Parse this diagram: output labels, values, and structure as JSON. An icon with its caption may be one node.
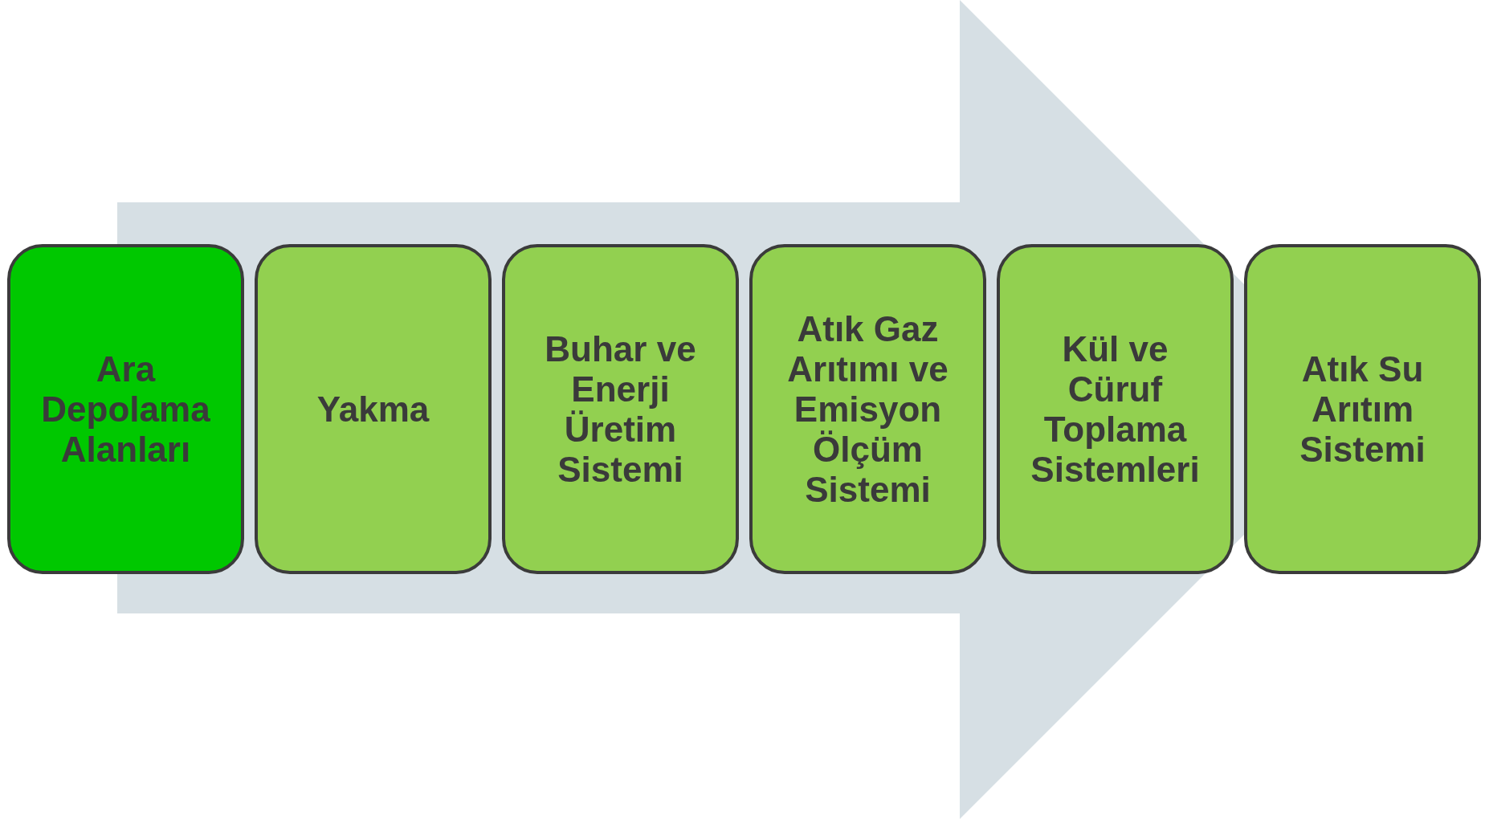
{
  "diagram": {
    "nodes": [
      {
        "text": [
          "Ara Depolama Alanları"
        ]
      },
      {
        "text": [
          "Yakma"
        ]
      },
      {
        "text": [
          "Buhar ve Enerji Üretim Sistemi"
        ]
      },
      {
        "text": [
          "Atık Gaz Arıtımı ve Emisyon Ölçüm Sistemi"
        ]
      },
      {
        "text": [
          "Kül ve Cüruf Toplama Sistemleri"
        ]
      },
      {
        "text": [
          "Atık Su Arıtım Sistemi"
        ]
      }
    ],
    "edges": [
      {
        "from": 0,
        "to": 5,
        "arrow": "to"
      }
    ]
  }
}
